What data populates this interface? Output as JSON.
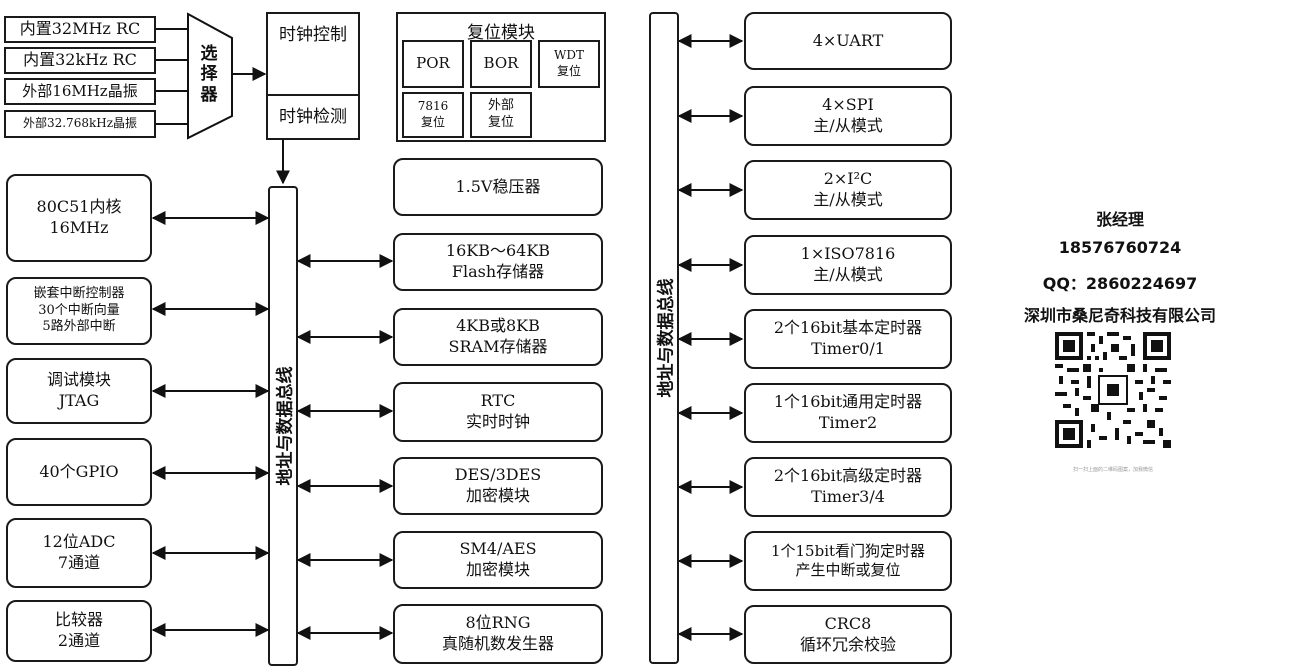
{
  "clock_sources": [
    "内置32MHz RC",
    "内置32kHz RC",
    "外部16MHz晶振",
    "外部32.768kHz晶振"
  ],
  "selector": "选\n择\n器",
  "clock_control": "时钟控制",
  "clock_detect": "时钟检测",
  "reset_module": {
    "title": "复位模块",
    "items": [
      "POR",
      "BOR",
      "WDT\n复位",
      "7816\n复位",
      "外部\n复位"
    ]
  },
  "left_blocks": [
    "80C51内核\n16MHz",
    "嵌套中断控制器\n30个中断向量\n5路外部中断",
    "调试模块\nJTAG",
    "40个GPIO",
    "12位ADC\n7通道",
    "比较器\n2通道"
  ],
  "regulator": "1.5V稳压器",
  "middle_blocks": [
    "16KB～64KB\nFlash存储器",
    "4KB或8KB\nSRAM存储器",
    "RTC\n实时时钟",
    "DES/3DES\n加密模块",
    "SM4/AES\n加密模块",
    "8位RNG\n真随机数发生器"
  ],
  "bus_label": "地址与数据总线",
  "right_blocks": [
    "4×UART",
    "4×SPI\n主/从模式",
    "2×I²C\n主/从模式",
    "1×ISO7816\n主/从模式",
    "2个16bit基本定时器\nTimer0/1",
    "1个16bit通用定时器\nTimer2",
    "2个16bit高级定时器\nTimer3/4",
    "1个15bit看门狗定时器\n产生中断或复位",
    "CRC8\n循环冗余校验"
  ],
  "contact": {
    "name": "张经理",
    "phone": "18576760724",
    "qq": "QQ：2860224697",
    "company": "深圳市桑尼奇科技有限公司"
  },
  "qr_caption": "扫一扫上面的二维码图案，加我微信",
  "icons": [
    "qr-code-icon"
  ]
}
